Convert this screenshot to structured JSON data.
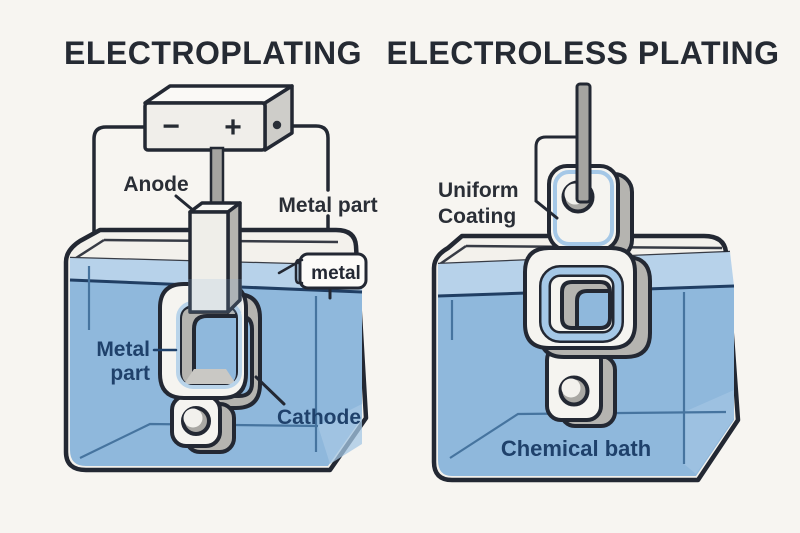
{
  "left_panel": {
    "title": "ELECTROPLATING",
    "battery": {
      "minus": "−",
      "plus": "+"
    },
    "labels": {
      "anode": "Anode",
      "metal_part_top": "Metal part",
      "metal_tag": "metal",
      "metal_part_line1": "Metal",
      "metal_part_line2": "part",
      "cathode": "Cathode"
    }
  },
  "right_panel": {
    "title": "ELECTROLESS PLATING",
    "labels": {
      "coating_line1": "Uniform",
      "coating_line2": "Coating",
      "bath": "Chemical bath"
    }
  },
  "colors": {
    "background": "#f7f5f1",
    "outline": "#232833",
    "navy_line": "#203e63",
    "water": "#8fb8dc",
    "water_light": "#b7d2ea",
    "water_inner_line": "#46749f",
    "water_highlight": "#a6c7e4",
    "tank_wall": "#f3f1ec",
    "metal_white": "#f5f4f0",
    "metal_gray": "#b5b4b0",
    "inner_wall_gray": "#a9a8a4",
    "coating_blue": "#a5c8e7",
    "coating_rim_light": "#b9d4ea",
    "battery_front": "#f0eeea",
    "battery_top": "#faf9f6",
    "battery_side": "#cecdc9",
    "rod_gray": "#a5a4a1"
  }
}
